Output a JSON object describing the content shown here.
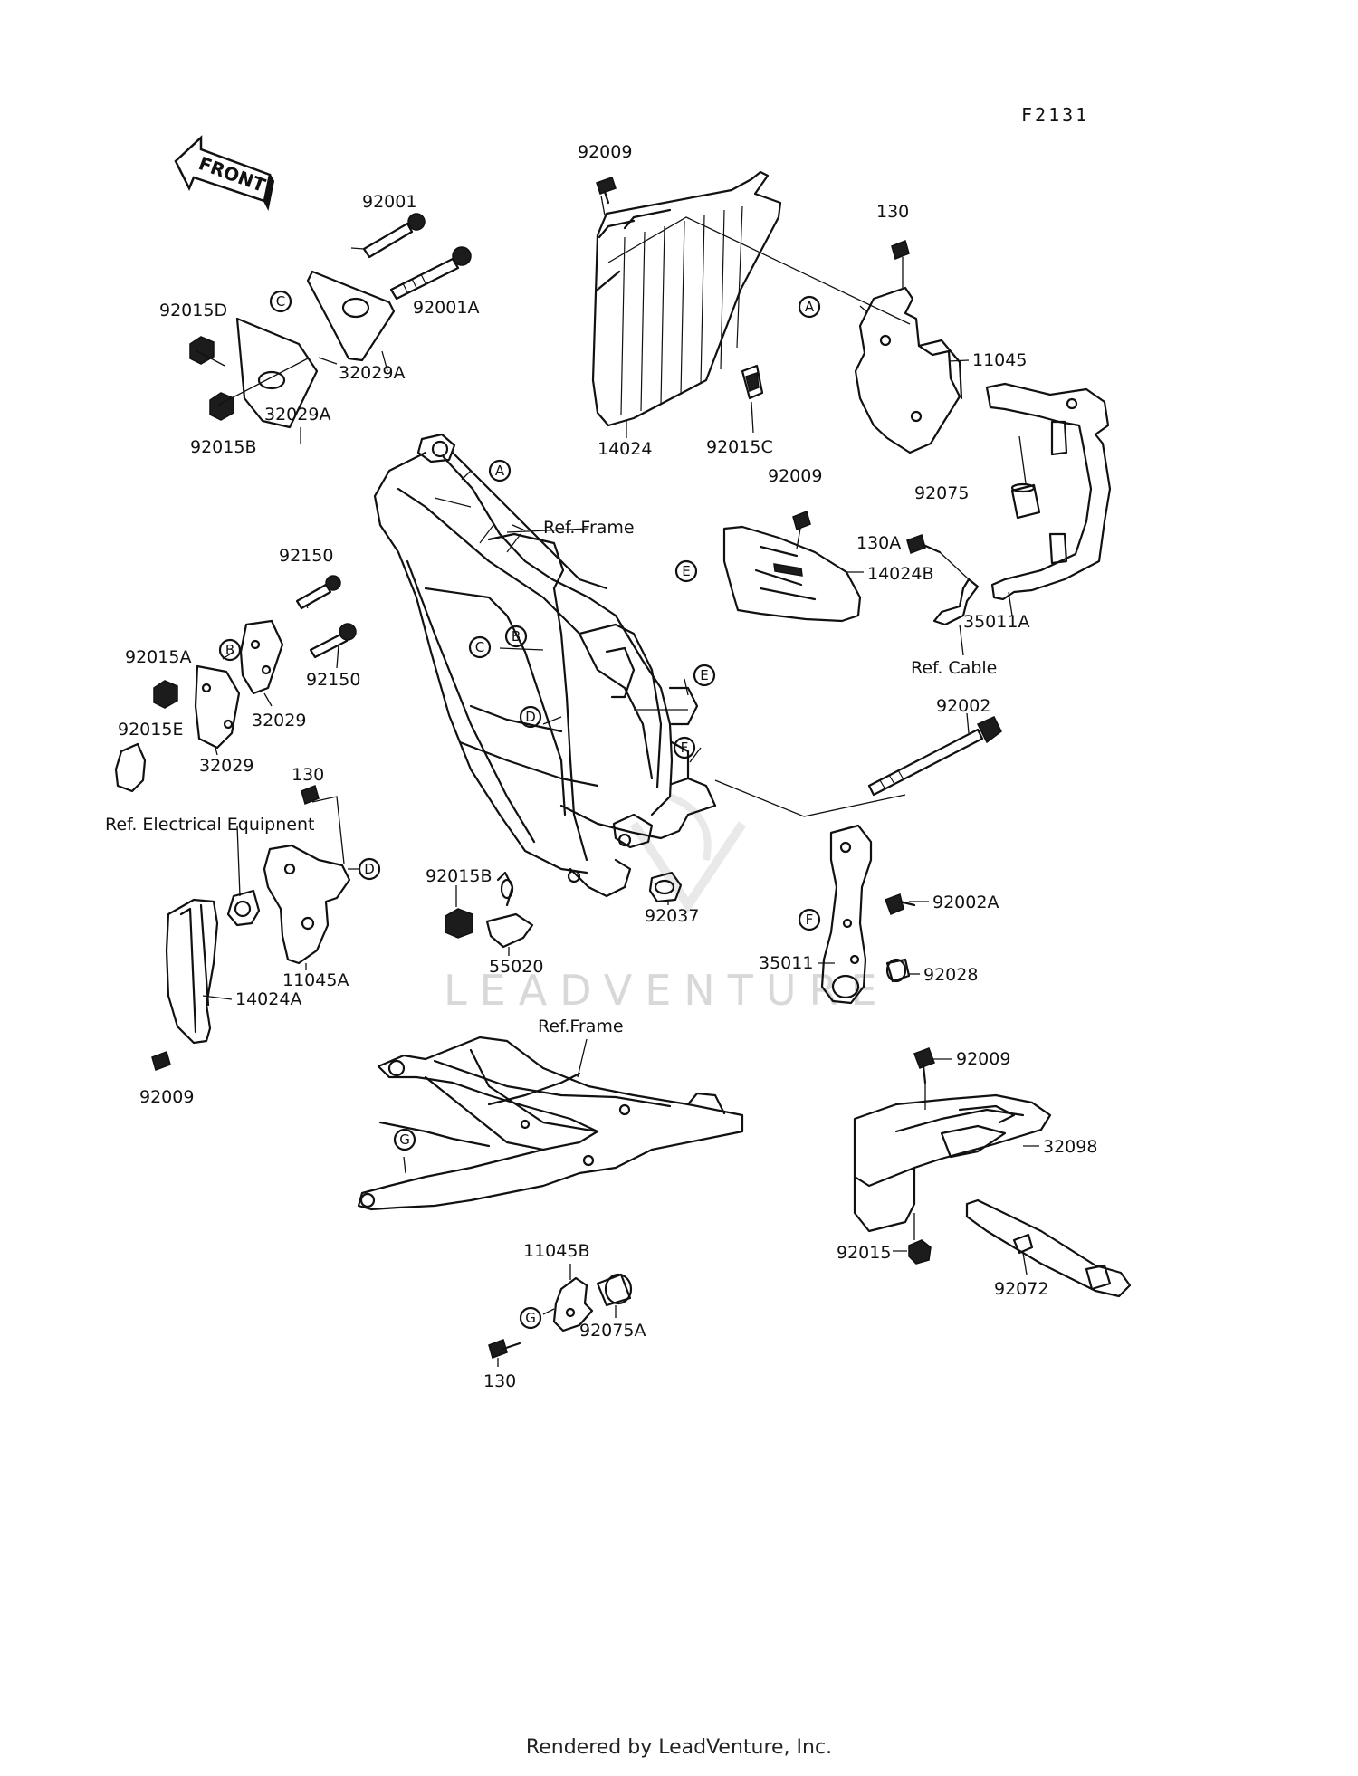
{
  "diagram_code": "F2131",
  "front_label": "FRONT",
  "watermark": "LEADVENTURE",
  "footer": "Rendered by LeadVenture, Inc.",
  "refs": {
    "frame_upper": "Ref. Frame",
    "frame_lower": "Ref.Frame",
    "cable": "Ref. Cable",
    "electrical": "Ref. Electrical Equipnent"
  },
  "callouts": {
    "a": "A",
    "b": "B",
    "c": "C",
    "d": "D",
    "e": "E",
    "f": "F",
    "g": "G"
  },
  "parts": {
    "p92009_top": "92009",
    "p92001": "92001",
    "p92001A": "92001A",
    "p92015D": "92015D",
    "p32029A_a": "32029A",
    "p32029A_b": "32029A",
    "p92015B_a": "92015B",
    "p14024": "14024",
    "p92015C": "92015C",
    "p130_a": "130",
    "p11045": "11045",
    "p92075": "92075",
    "p35011A": "35011A",
    "p92009_b": "92009",
    "p130A": "130A",
    "p14024B": "14024B",
    "p92150_a": "92150",
    "p92150_b": "92150",
    "p92015A": "92015A",
    "p92015E": "92015E",
    "p32029_a": "32029",
    "p32029_b": "32029",
    "p92002": "92002",
    "p130_b": "130",
    "p92015B_b": "92015B",
    "p55020": "55020",
    "p92037": "92037",
    "p92002A": "92002A",
    "p35011": "35011",
    "p92028": "92028",
    "p11045A": "11045A",
    "p14024A": "14024A",
    "p92009_c": "92009",
    "p92009_d": "92009",
    "p32098": "32098",
    "p92015": "92015",
    "p92072": "92072",
    "p11045B": "11045B",
    "p92075A": "92075A",
    "p130_c": "130"
  }
}
